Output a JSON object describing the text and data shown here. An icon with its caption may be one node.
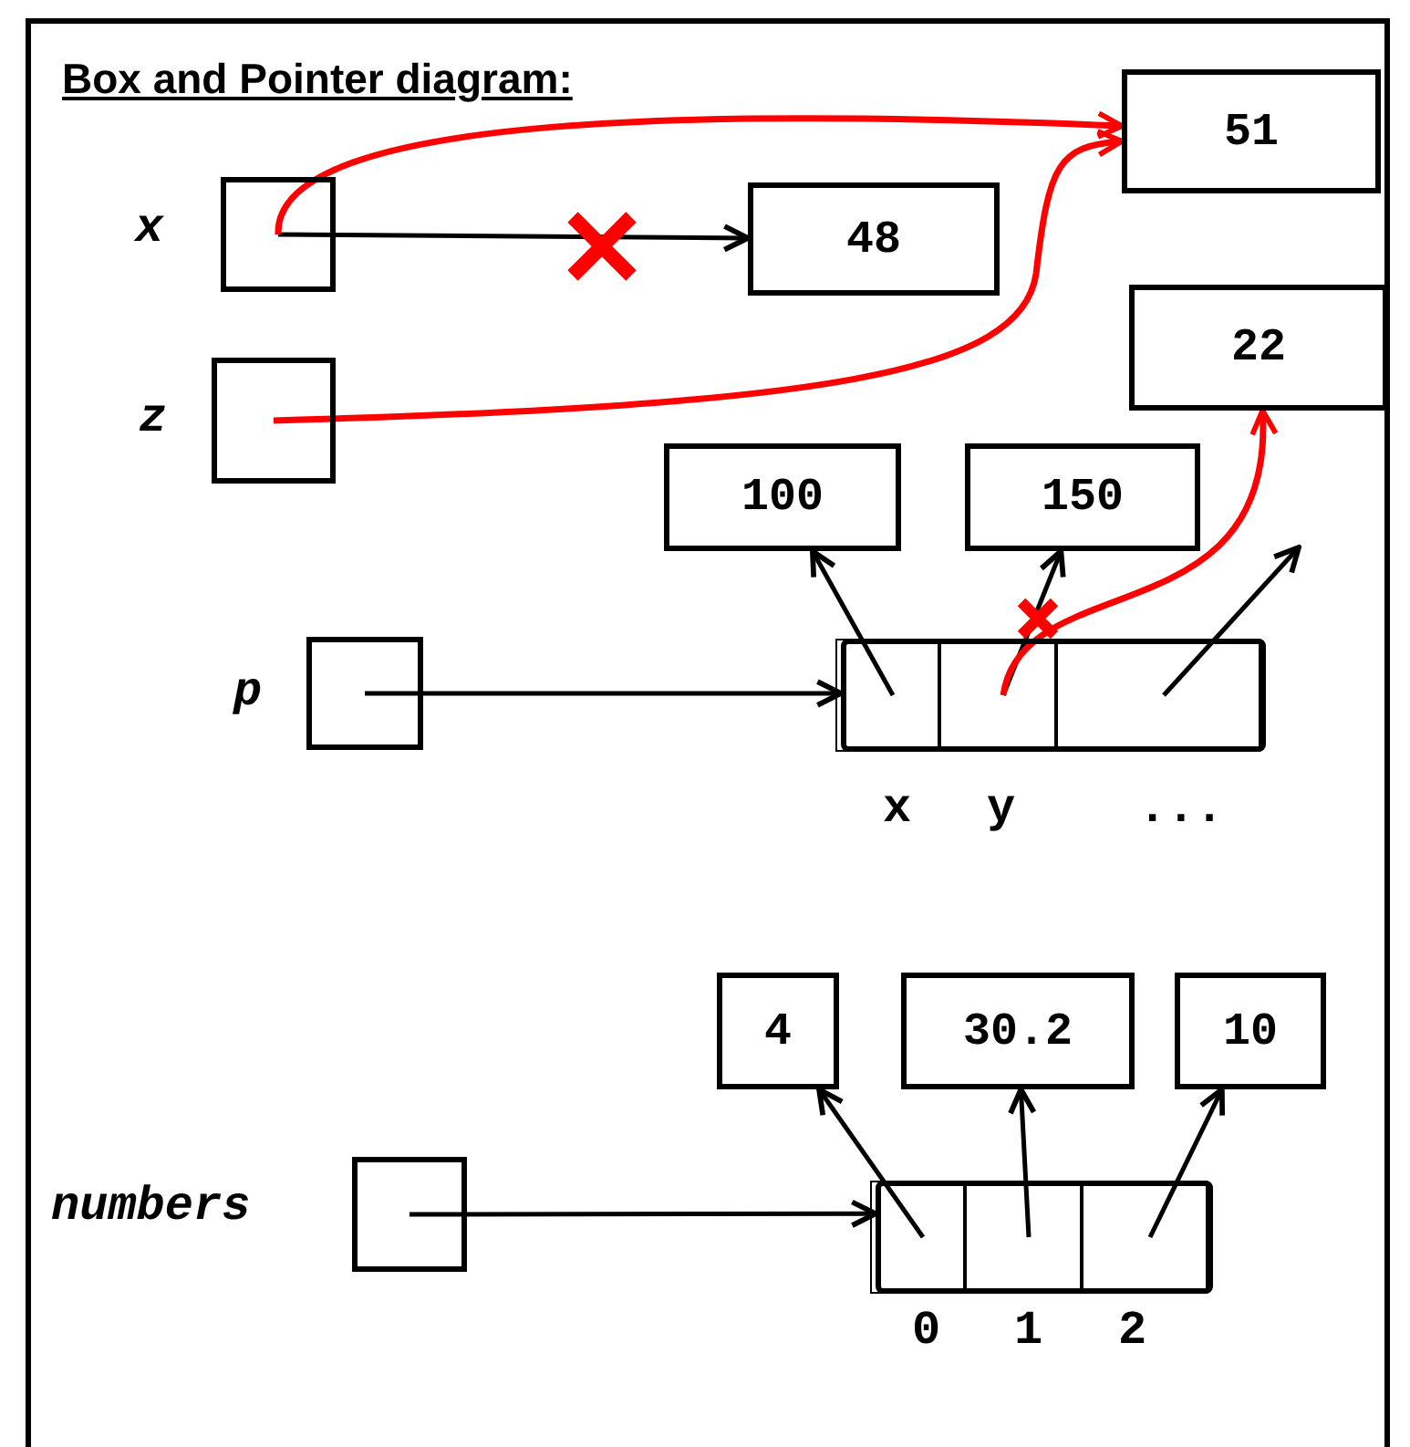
{
  "diagram": {
    "title": "Box and Pointer diagram:",
    "nodes": [
      {
        "text": [],
        "shape": "box",
        "beside": [
          "x"
        ]
      },
      {
        "text": [
          "48"
        ]
      },
      {
        "text": [
          "51"
        ]
      },
      {
        "text": [],
        "shape": "box",
        "beside": [
          "z"
        ]
      },
      {
        "text": [
          "22"
        ]
      },
      {
        "text": [
          "100"
        ]
      },
      {
        "text": [
          "150"
        ]
      },
      {
        "text": [],
        "shape": "box",
        "beside": [
          "p"
        ]
      },
      {
        "text": [],
        "shape": "bar"
      },
      {
        "text": [],
        "shape": "box",
        "in": 8,
        "beside": [
          "x"
        ]
      },
      {
        "text": [],
        "shape": "box",
        "in": 8,
        "beside": [
          "y"
        ]
      },
      {
        "text": [],
        "shape": "box",
        "in": 8,
        "beside": [
          "..."
        ]
      },
      {
        "text": [
          "4"
        ]
      },
      {
        "text": [
          "30.2"
        ]
      },
      {
        "text": [
          "10"
        ]
      },
      {
        "text": [],
        "shape": "box",
        "beside": [
          "numbers"
        ]
      },
      {
        "text": [],
        "shape": "bar"
      },
      {
        "text": [],
        "shape": "box",
        "in": 16,
        "beside": [
          "0"
        ]
      },
      {
        "text": [],
        "shape": "box",
        "in": 16,
        "beside": [
          "1"
        ]
      },
      {
        "text": [],
        "shape": "box",
        "in": 16,
        "beside": [
          "2"
        ]
      }
    ],
    "edges": [
      {
        "from": 0,
        "to": 1,
        "arrow": "to"
      },
      {
        "from": 0,
        "to": 2,
        "arrow": "to",
        "color": "#ff0000"
      },
      {
        "from": 3,
        "to": 2,
        "arrow": "to",
        "color": "#ff0000"
      },
      {
        "from": 7,
        "to": 8,
        "arrow": "to"
      },
      {
        "from": 9,
        "to": 5,
        "arrow": "to"
      },
      {
        "from": 10,
        "to": 6,
        "arrow": "to"
      },
      {
        "from": 10,
        "to": 4,
        "arrow": "to",
        "color": "#ff0000"
      },
      {
        "from": 11,
        "to": null,
        "arrow": "to"
      },
      {
        "from": 15,
        "to": 16,
        "arrow": "to"
      },
      {
        "from": 17,
        "to": 12,
        "arrow": "to"
      },
      {
        "from": 18,
        "to": 13,
        "arrow": "to"
      },
      {
        "from": 19,
        "to": 14,
        "arrow": "to"
      }
    ]
  }
}
